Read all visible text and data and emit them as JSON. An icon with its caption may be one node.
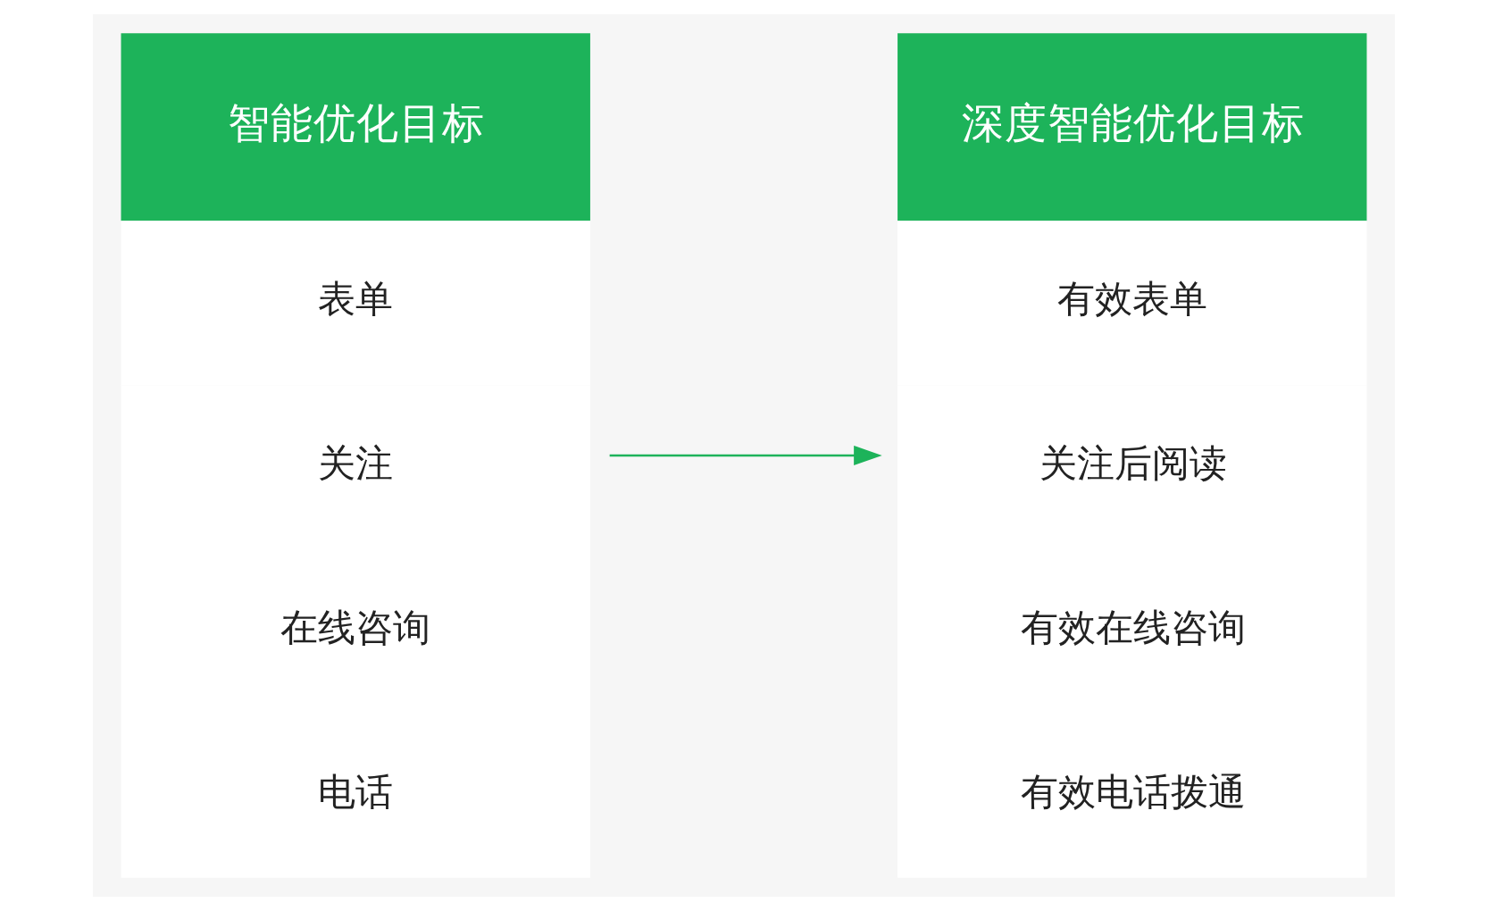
{
  "diagram": {
    "nodes": [
      {
        "text": [
          "智能优化目标",
          "表单",
          "关注",
          "在线咨询",
          "电话"
        ]
      },
      {
        "text": [
          "深度智能优化目标",
          "有效表单",
          "关注后阅读",
          "有效在线咨询",
          "有效电话拨通"
        ]
      }
    ],
    "edges": [
      {
        "from": 0,
        "to": 1,
        "arrow": "to"
      }
    ]
  }
}
